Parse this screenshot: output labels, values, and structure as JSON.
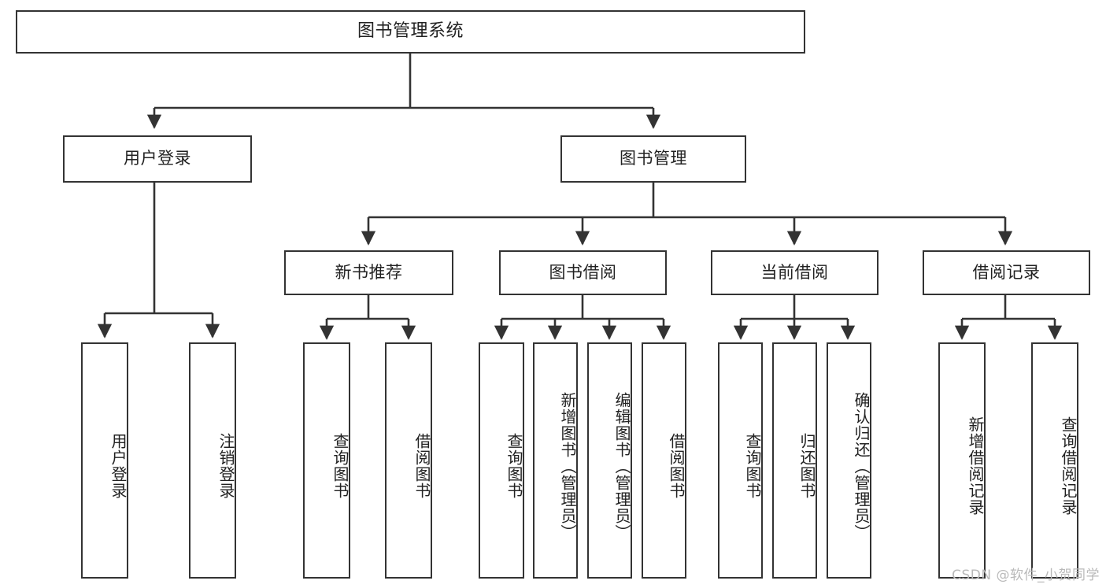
{
  "diagram": {
    "title": "图书管理系统",
    "root": {
      "label": "图书管理系统"
    },
    "level2": [
      {
        "label": "用户登录"
      },
      {
        "label": "图书管理"
      }
    ],
    "level3": [
      {
        "label": "新书推荐"
      },
      {
        "label": "图书借阅"
      },
      {
        "label": "当前借阅"
      },
      {
        "label": "借阅记录"
      }
    ],
    "leaves": [
      {
        "label": "用户登录"
      },
      {
        "label": "注销登录"
      },
      {
        "label": "查询图书"
      },
      {
        "label": "借阅图书"
      },
      {
        "label": "查询图书"
      },
      {
        "label": "新增图书（管理员）"
      },
      {
        "label": "编辑图书（管理员）"
      },
      {
        "label": "借阅图书"
      },
      {
        "label": "查询图书"
      },
      {
        "label": "归还图书"
      },
      {
        "label": "确认归还（管理员）"
      },
      {
        "label": "新增借阅记录"
      },
      {
        "label": "查询借阅记录"
      }
    ]
  },
  "watermark": {
    "text": "CSDN @软件_小贺同学"
  },
  "colors": {
    "background": "#ffffff",
    "stroke": "#333333",
    "text": "#222222",
    "watermark": "#b9b9b9"
  }
}
